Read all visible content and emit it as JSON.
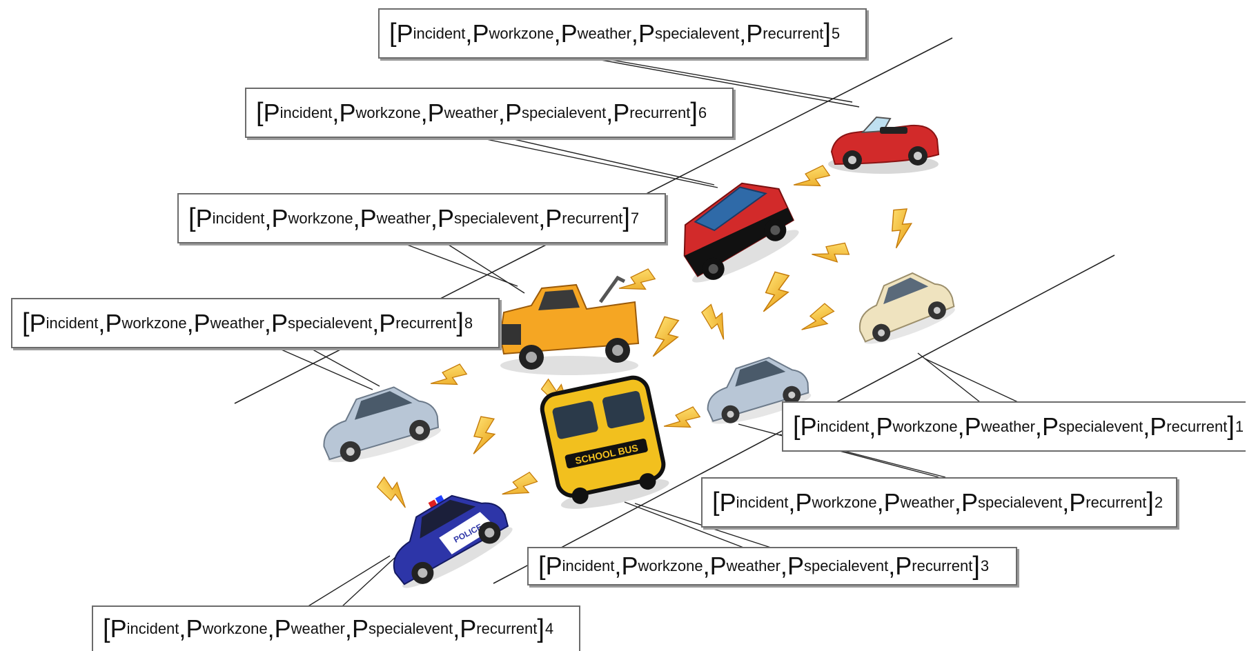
{
  "figure": {
    "callouts": [
      {
        "id": 1,
        "open": "[",
        "p": "P",
        "sub_incident": "incident",
        "sub_workzone": "workzone",
        "sub_weather": "weather",
        "sub_specialevent": "specialevent",
        "sub_recurrent": "recurrent",
        "close": "]",
        "index": "1"
      },
      {
        "id": 2,
        "open": "[",
        "p": "P",
        "sub_incident": "incident",
        "sub_workzone": "workzone",
        "sub_weather": "weather",
        "sub_specialevent": "specialevent",
        "sub_recurrent": "recurrent",
        "close": "]",
        "index": "2"
      },
      {
        "id": 3,
        "open": "[",
        "p": "P",
        "sub_incident": "incident",
        "sub_workzone": "workzone",
        "sub_weather": "weather",
        "sub_specialevent": "specialevent",
        "sub_recurrent": "recurrent",
        "close": "]",
        "index": "3"
      },
      {
        "id": 4,
        "open": "[",
        "p": "P",
        "sub_incident": "incident",
        "sub_workzone": "workzone",
        "sub_weather": "weather",
        "sub_specialevent": "specialevent",
        "sub_recurrent": "recurrent",
        "close": "]",
        "index": "4"
      },
      {
        "id": 5,
        "open": "[",
        "p": "P",
        "sub_incident": "incident",
        "sub_workzone": "workzone",
        "sub_weather": "weather",
        "sub_specialevent": "specialevent",
        "sub_recurrent": "recurrent",
        "close": "]",
        "index": "5"
      },
      {
        "id": 6,
        "open": "[",
        "p": "P",
        "sub_incident": "incident",
        "sub_workzone": "workzone",
        "sub_weather": "weather",
        "sub_specialevent": "specialevent",
        "sub_recurrent": "recurrent",
        "close": "]",
        "index": "6"
      },
      {
        "id": 7,
        "open": "[",
        "p": "P",
        "sub_incident": "incident",
        "sub_workzone": "workzone",
        "sub_weather": "weather",
        "sub_specialevent": "specialevent",
        "sub_recurrent": "recurrent",
        "close": "]",
        "index": "7"
      },
      {
        "id": 8,
        "open": "[",
        "p": "P",
        "sub_incident": "incident",
        "sub_workzone": "workzone",
        "sub_weather": "weather",
        "sub_specialevent": "specialevent",
        "sub_recurrent": "recurrent",
        "close": "]",
        "index": "8"
      }
    ],
    "vehicles": [
      {
        "name": "red-convertible",
        "icon": "convertible-car-icon"
      },
      {
        "name": "red-hatchback",
        "icon": "hatchback-car-icon"
      },
      {
        "name": "beige-sedan",
        "icon": "sedan-car-icon"
      },
      {
        "name": "tow-truck",
        "icon": "tow-truck-icon"
      },
      {
        "name": "grey-sedan-right",
        "icon": "sedan-car-icon"
      },
      {
        "name": "grey-sedan-left",
        "icon": "sedan-car-icon"
      },
      {
        "name": "school-bus",
        "icon": "school-bus-icon",
        "label": "SCHOOL BUS"
      },
      {
        "name": "police-car",
        "icon": "police-car-icon",
        "label": "POLICE"
      }
    ],
    "link_icon": "lightning-bolt-icon",
    "colors": {
      "bolt": "#f4b323",
      "red_car": "#d22a2a",
      "tow_truck": "#f5a623",
      "bus": "#f2c01e",
      "police": "#2d35a8",
      "grey_car": "#b8c6d6",
      "beige_car": "#efe3bf",
      "callout_border": "#6b6b6b"
    }
  }
}
